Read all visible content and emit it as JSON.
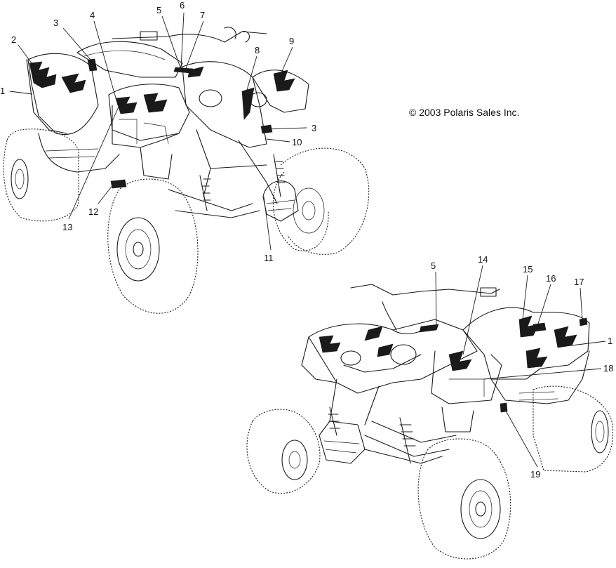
{
  "copyright": "© 2003 Polaris Sales Inc.",
  "callouts_top": [
    "1",
    "2",
    "3",
    "4",
    "5",
    "6",
    "7",
    "8",
    "9",
    "3",
    "10",
    "11",
    "12",
    "13"
  ],
  "callouts_bottom": [
    "5",
    "14",
    "15",
    "16",
    "17",
    "1",
    "18",
    "19"
  ]
}
